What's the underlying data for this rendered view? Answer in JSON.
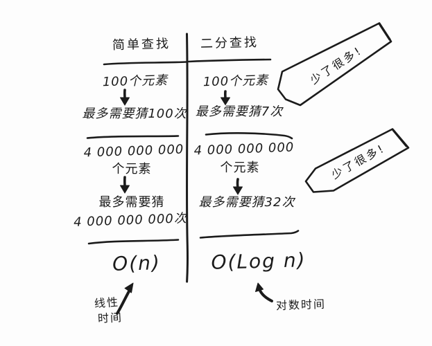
{
  "diagram": {
    "title_meaning": "simple search vs binary search guess counts",
    "columns": [
      {
        "header": "简单查找",
        "row1_input": "100个元素",
        "row1_output": "最多需要猜100次",
        "row2_input_line1": "4 000 000 000",
        "row2_input_line2": "个元素",
        "row2_output_line1": "最多需要猜",
        "row2_output_line2": "4 000 000 000次",
        "complexity": "O(n)",
        "note_line1": "线性",
        "note_line2": "时间"
      },
      {
        "header": "二分查找",
        "row1_input": "100个元素",
        "row1_output": "最多需要猜7次",
        "row2_input_line1": "4 000 000 000",
        "row2_input_line2": "个元素",
        "row2_output_line1": "最多需要猜32次",
        "complexity": "O(Log n)",
        "note_line1": "对数时间"
      }
    ],
    "banners": [
      {
        "label": "少了很多!"
      },
      {
        "label": "少了很多!"
      }
    ],
    "colors": {
      "ink": "#1b1b1b",
      "paper": "#fdfdfd"
    }
  }
}
